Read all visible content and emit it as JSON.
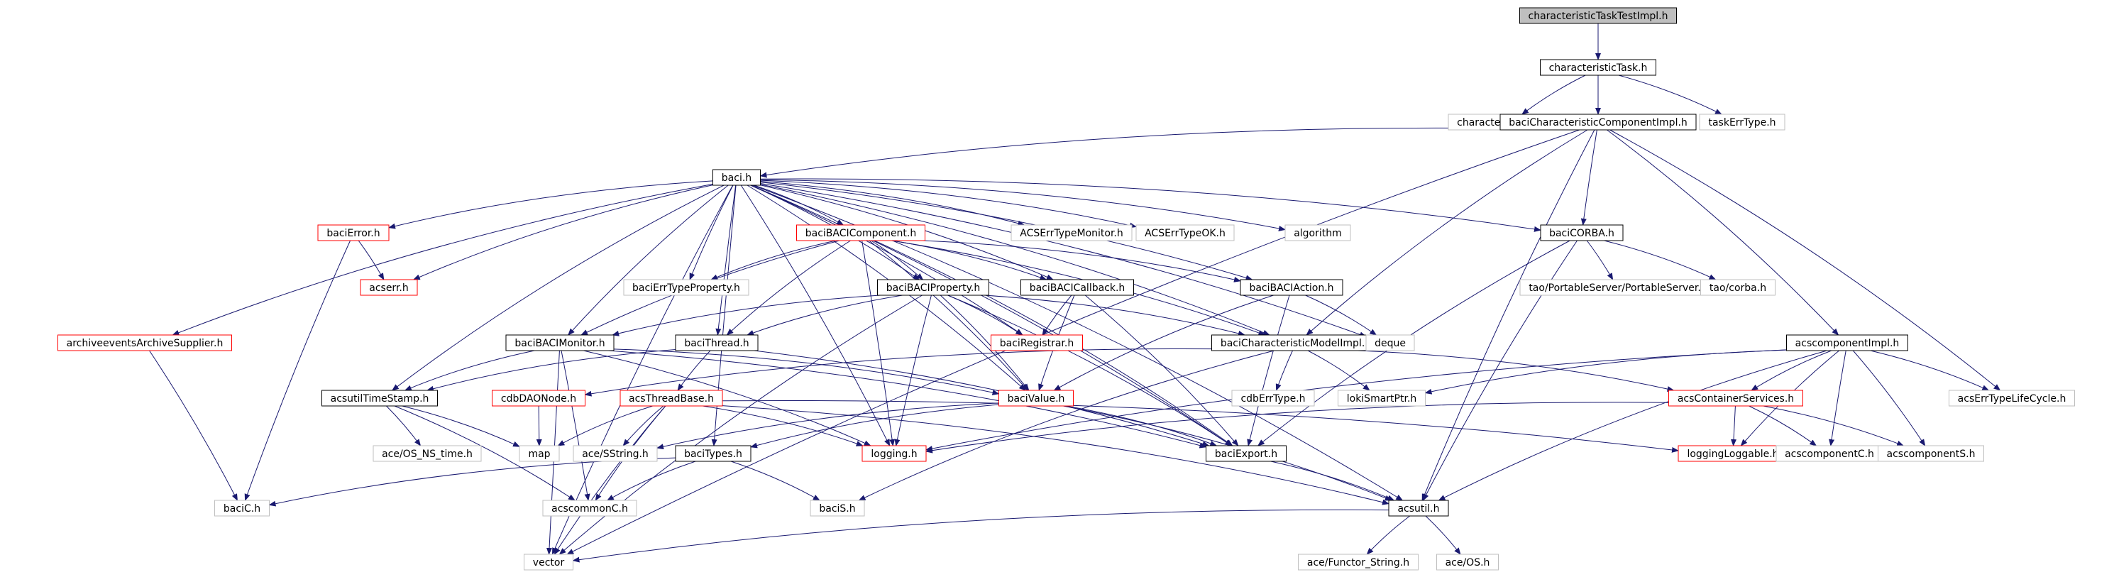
{
  "title": "characteristicTaskTestImpl.h",
  "colors": {
    "edge": "#191970",
    "box_default": "#000000",
    "box_missing": "#bfbfbf",
    "box_linked_red": "#ff0000",
    "root_fill": "#bfbfbf",
    "text": "#000000"
  },
  "nodes": [
    {
      "id": "characteristicTaskTestImpl",
      "label": "characteristicTaskTestImpl.h",
      "style": "root"
    },
    {
      "id": "characteristicTask",
      "label": "characteristicTask.h",
      "style": "default"
    },
    {
      "id": "characteristicTaskS",
      "label": "characteristicTaskS.h",
      "style": "missing"
    },
    {
      "id": "baciCharacteristicComponentImpl",
      "label": "baciCharacteristicComponentImpl.h",
      "style": "default"
    },
    {
      "id": "taskErrType",
      "label": "taskErrType.h",
      "style": "missing"
    },
    {
      "id": "baci",
      "label": "baci.h",
      "style": "default"
    },
    {
      "id": "baciError",
      "label": "baciError.h",
      "style": "red"
    },
    {
      "id": "acserr",
      "label": "acserr.h",
      "style": "red"
    },
    {
      "id": "baciBACIComponent",
      "label": "baciBACIComponent.h",
      "style": "red"
    },
    {
      "id": "ACSErrTypeMonitor",
      "label": "ACSErrTypeMonitor.h",
      "style": "missing"
    },
    {
      "id": "ACSErrTypeOK",
      "label": "ACSErrTypeOK.h",
      "style": "missing"
    },
    {
      "id": "algorithm",
      "label": "algorithm",
      "style": "missing"
    },
    {
      "id": "baciCORBA",
      "label": "baciCORBA.h",
      "style": "default"
    },
    {
      "id": "baciErrTypeProperty",
      "label": "baciErrTypeProperty.h",
      "style": "missing"
    },
    {
      "id": "baciBACIProperty",
      "label": "baciBACIProperty.h",
      "style": "default"
    },
    {
      "id": "baciBACICallback",
      "label": "baciBACICallback.h",
      "style": "default"
    },
    {
      "id": "baciBACIAction",
      "label": "baciBACIAction.h",
      "style": "default"
    },
    {
      "id": "taoPortableServer",
      "label": "tao/PortableServer/PortableServer.h",
      "style": "missing"
    },
    {
      "id": "taoCorba",
      "label": "tao/corba.h",
      "style": "missing"
    },
    {
      "id": "archiveevents",
      "label": "archiveeventsArchiveSupplier.h",
      "style": "red"
    },
    {
      "id": "baciBACIMonitor",
      "label": "baciBACIMonitor.h",
      "style": "default"
    },
    {
      "id": "baciThread",
      "label": "baciThread.h",
      "style": "default"
    },
    {
      "id": "baciRegistrar",
      "label": "baciRegistrar.h",
      "style": "red"
    },
    {
      "id": "baciCharacteristicModelImpl",
      "label": "baciCharacteristicModelImpl.h",
      "style": "default"
    },
    {
      "id": "deque",
      "label": "deque",
      "style": "missing"
    },
    {
      "id": "acscomponentImpl",
      "label": "acscomponentImpl.h",
      "style": "default"
    },
    {
      "id": "acsutilTimeStamp",
      "label": "acsutilTimeStamp.h",
      "style": "default"
    },
    {
      "id": "cdbDAONode",
      "label": "cdbDAONode.h",
      "style": "red"
    },
    {
      "id": "acsThreadBase",
      "label": "acsThreadBase.h",
      "style": "red"
    },
    {
      "id": "baciValue",
      "label": "baciValue.h",
      "style": "red"
    },
    {
      "id": "cdbErrType",
      "label": "cdbErrType.h",
      "style": "missing"
    },
    {
      "id": "lokiSmartPtr",
      "label": "lokiSmartPtr.h",
      "style": "missing"
    },
    {
      "id": "acsContainerServices",
      "label": "acsContainerServices.h",
      "style": "red"
    },
    {
      "id": "acsErrTypeLifeCycle",
      "label": "acsErrTypeLifeCycle.h",
      "style": "missing"
    },
    {
      "id": "aceOSNStime",
      "label": "ace/OS_NS_time.h",
      "style": "missing"
    },
    {
      "id": "map",
      "label": "map",
      "style": "missing"
    },
    {
      "id": "aceSString",
      "label": "ace/SString.h",
      "style": "missing"
    },
    {
      "id": "logging",
      "label": "logging.h",
      "style": "red"
    },
    {
      "id": "baciTypes",
      "label": "baciTypes.h",
      "style": "default"
    },
    {
      "id": "baciExport",
      "label": "baciExport.h",
      "style": "default"
    },
    {
      "id": "loggingLoggable",
      "label": "loggingLoggable.h",
      "style": "red"
    },
    {
      "id": "acscomponentC",
      "label": "acscomponentC.h",
      "style": "missing"
    },
    {
      "id": "acscomponentS",
      "label": "acscomponentS.h",
      "style": "missing"
    },
    {
      "id": "baciC",
      "label": "baciC.h",
      "style": "missing"
    },
    {
      "id": "acscommonC",
      "label": "acscommonC.h",
      "style": "missing"
    },
    {
      "id": "baciS",
      "label": "baciS.h",
      "style": "missing"
    },
    {
      "id": "acsutil",
      "label": "acsutil.h",
      "style": "default"
    },
    {
      "id": "vector",
      "label": "vector",
      "style": "missing"
    },
    {
      "id": "aceFunctorString",
      "label": "ace/Functor_String.h",
      "style": "missing"
    },
    {
      "id": "aceOS",
      "label": "ace/OS.h",
      "style": "missing"
    }
  ],
  "edges": [
    [
      "characteristicTaskTestImpl",
      "characteristicTask"
    ],
    [
      "characteristicTask",
      "characteristicTaskS"
    ],
    [
      "characteristicTask",
      "baciCharacteristicComponentImpl"
    ],
    [
      "characteristicTask",
      "taskErrType"
    ],
    [
      "baciCharacteristicComponentImpl",
      "baci"
    ],
    [
      "baciCharacteristicComponentImpl",
      "vector"
    ],
    [
      "baciCharacteristicComponentImpl",
      "baciCORBA"
    ],
    [
      "baciCharacteristicComponentImpl",
      "baciCharacteristicModelImpl"
    ],
    [
      "baciCharacteristicComponentImpl",
      "acscomponentImpl"
    ],
    [
      "baciCharacteristicComponentImpl",
      "acsErrTypeLifeCycle"
    ],
    [
      "baciCharacteristicComponentImpl",
      "acsutil"
    ],
    [
      "baci",
      "baciError"
    ],
    [
      "baci",
      "acserr"
    ],
    [
      "baci",
      "baciBACIComponent"
    ],
    [
      "baci",
      "ACSErrTypeMonitor"
    ],
    [
      "baci",
      "ACSErrTypeOK"
    ],
    [
      "baci",
      "algorithm"
    ],
    [
      "baci",
      "baciCORBA"
    ],
    [
      "baci",
      "baciErrTypeProperty"
    ],
    [
      "baci",
      "baciBACIProperty"
    ],
    [
      "baci",
      "baciBACICallback"
    ],
    [
      "baci",
      "baciBACIAction"
    ],
    [
      "baci",
      "archiveevents"
    ],
    [
      "baci",
      "baciBACIMonitor"
    ],
    [
      "baci",
      "baciThread"
    ],
    [
      "baci",
      "baciRegistrar"
    ],
    [
      "baci",
      "baciCharacteristicModelImpl"
    ],
    [
      "baci",
      "deque"
    ],
    [
      "baci",
      "acsutilTimeStamp"
    ],
    [
      "baci",
      "baciValue"
    ],
    [
      "baci",
      "logging"
    ],
    [
      "baci",
      "baciTypes"
    ],
    [
      "baci",
      "baciExport"
    ],
    [
      "baci",
      "acsutil"
    ],
    [
      "baci",
      "vector"
    ],
    [
      "baciError",
      "acserr"
    ],
    [
      "baciError",
      "baciC"
    ],
    [
      "baciBACIComponent",
      "baciErrTypeProperty"
    ],
    [
      "baciBACIComponent",
      "baciBACIProperty"
    ],
    [
      "baciBACIComponent",
      "baciBACICallback"
    ],
    [
      "baciBACIComponent",
      "baciBACIAction"
    ],
    [
      "baciBACIComponent",
      "baciBACIMonitor"
    ],
    [
      "baciBACIComponent",
      "baciThread"
    ],
    [
      "baciBACIComponent",
      "baciCharacteristicModelImpl"
    ],
    [
      "baciBACIComponent",
      "baciValue"
    ],
    [
      "baciBACIComponent",
      "logging"
    ],
    [
      "baciBACIComponent",
      "baciExport"
    ],
    [
      "baciCORBA",
      "taoPortableServer"
    ],
    [
      "baciCORBA",
      "taoCorba"
    ],
    [
      "baciCORBA",
      "baciExport"
    ],
    [
      "baciCORBA",
      "acsutil"
    ],
    [
      "baciBACIProperty",
      "baciBACIMonitor"
    ],
    [
      "baciBACIProperty",
      "baciThread"
    ],
    [
      "baciBACIProperty",
      "baciRegistrar"
    ],
    [
      "baciBACIProperty",
      "baciCharacteristicModelImpl"
    ],
    [
      "baciBACIProperty",
      "baciValue"
    ],
    [
      "baciBACIProperty",
      "logging"
    ],
    [
      "baciBACIProperty",
      "baciExport"
    ],
    [
      "baciBACIProperty",
      "vector"
    ],
    [
      "baciBACICallback",
      "baciRegistrar"
    ],
    [
      "baciBACICallback",
      "baciValue"
    ],
    [
      "baciBACICallback",
      "baciExport"
    ],
    [
      "baciBACIAction",
      "baciValue"
    ],
    [
      "baciBACIAction",
      "deque"
    ],
    [
      "baciBACIAction",
      "baciExport"
    ],
    [
      "archiveevents",
      "baciC"
    ],
    [
      "baciBACIMonitor",
      "acsutilTimeStamp"
    ],
    [
      "baciBACIMonitor",
      "baciValue"
    ],
    [
      "baciBACIMonitor",
      "logging"
    ],
    [
      "baciBACIMonitor",
      "baciExport"
    ],
    [
      "baciBACIMonitor",
      "acscommonC"
    ],
    [
      "baciBACIMonitor",
      "vector"
    ],
    [
      "baciThread",
      "acsutilTimeStamp"
    ],
    [
      "baciThread",
      "acsThreadBase"
    ],
    [
      "baciThread",
      "baciExport"
    ],
    [
      "baciCharacteristicModelImpl",
      "cdbDAONode"
    ],
    [
      "baciCharacteristicModelImpl",
      "cdbErrType"
    ],
    [
      "baciCharacteristicModelImpl",
      "lokiSmartPtr"
    ],
    [
      "baciCharacteristicModelImpl",
      "acsContainerServices"
    ],
    [
      "baciCharacteristicModelImpl",
      "baciS"
    ],
    [
      "acscomponentImpl",
      "lokiSmartPtr"
    ],
    [
      "acscomponentImpl",
      "acsContainerServices"
    ],
    [
      "acscomponentImpl",
      "acsErrTypeLifeCycle"
    ],
    [
      "acscomponentImpl",
      "logging"
    ],
    [
      "acscomponentImpl",
      "loggingLoggable"
    ],
    [
      "acscomponentImpl",
      "acscomponentC"
    ],
    [
      "acscomponentImpl",
      "acscomponentS"
    ],
    [
      "acscomponentImpl",
      "acsutil"
    ],
    [
      "acsutilTimeStamp",
      "aceOSNStime"
    ],
    [
      "acsutilTimeStamp",
      "map"
    ],
    [
      "acsutilTimeStamp",
      "acscommonC"
    ],
    [
      "cdbDAONode",
      "map"
    ],
    [
      "acsThreadBase",
      "map"
    ],
    [
      "acsThreadBase",
      "aceSString"
    ],
    [
      "acsThreadBase",
      "logging"
    ],
    [
      "acsThreadBase",
      "loggingLoggable"
    ],
    [
      "acsThreadBase",
      "acscommonC"
    ],
    [
      "acsThreadBase",
      "acsutil"
    ],
    [
      "acsThreadBase",
      "vector"
    ],
    [
      "baciValue",
      "aceSString"
    ],
    [
      "baciValue",
      "baciTypes"
    ],
    [
      "baciValue",
      "baciExport"
    ],
    [
      "baciValue",
      "acsutil"
    ],
    [
      "acsContainerServices",
      "logging"
    ],
    [
      "acsContainerServices",
      "loggingLoggable"
    ],
    [
      "acsContainerServices",
      "acscomponentC"
    ],
    [
      "acsContainerServices",
      "acscomponentS"
    ],
    [
      "baciTypes",
      "baciC"
    ],
    [
      "baciTypes",
      "acscommonC"
    ],
    [
      "baciTypes",
      "baciS"
    ],
    [
      "baciExport",
      "acsutil"
    ],
    [
      "acsutil",
      "vector"
    ],
    [
      "acsutil",
      "aceFunctorString"
    ],
    [
      "acsutil",
      "aceOS"
    ]
  ]
}
